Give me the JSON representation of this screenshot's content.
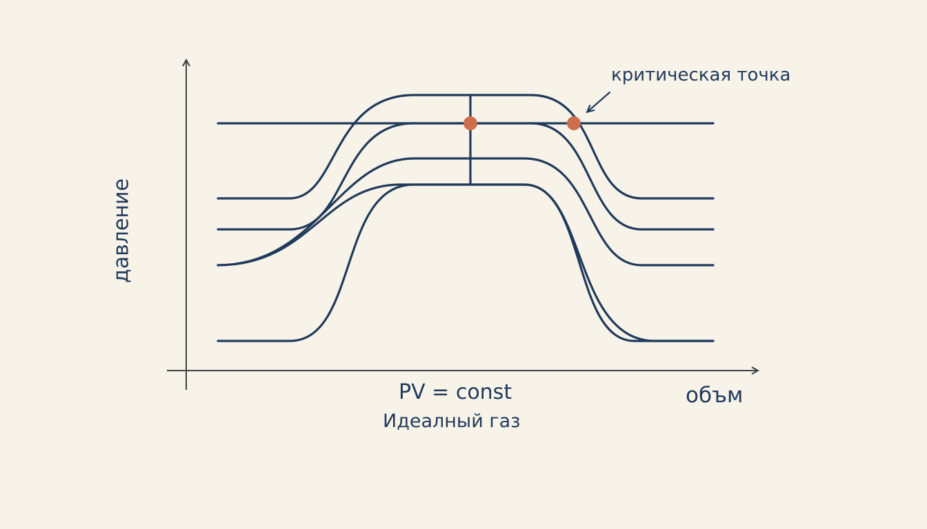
{
  "labels": {
    "y_axis": "давление",
    "x_axis": "объм",
    "equation": "PV = const",
    "caption": "Идеалный газ",
    "critical_point": "критическая точка"
  },
  "colors": {
    "background": "#f8f3e8",
    "curve": "#1f3a5c",
    "axis": "#3a3f44",
    "point": "#cf6e4e"
  }
}
